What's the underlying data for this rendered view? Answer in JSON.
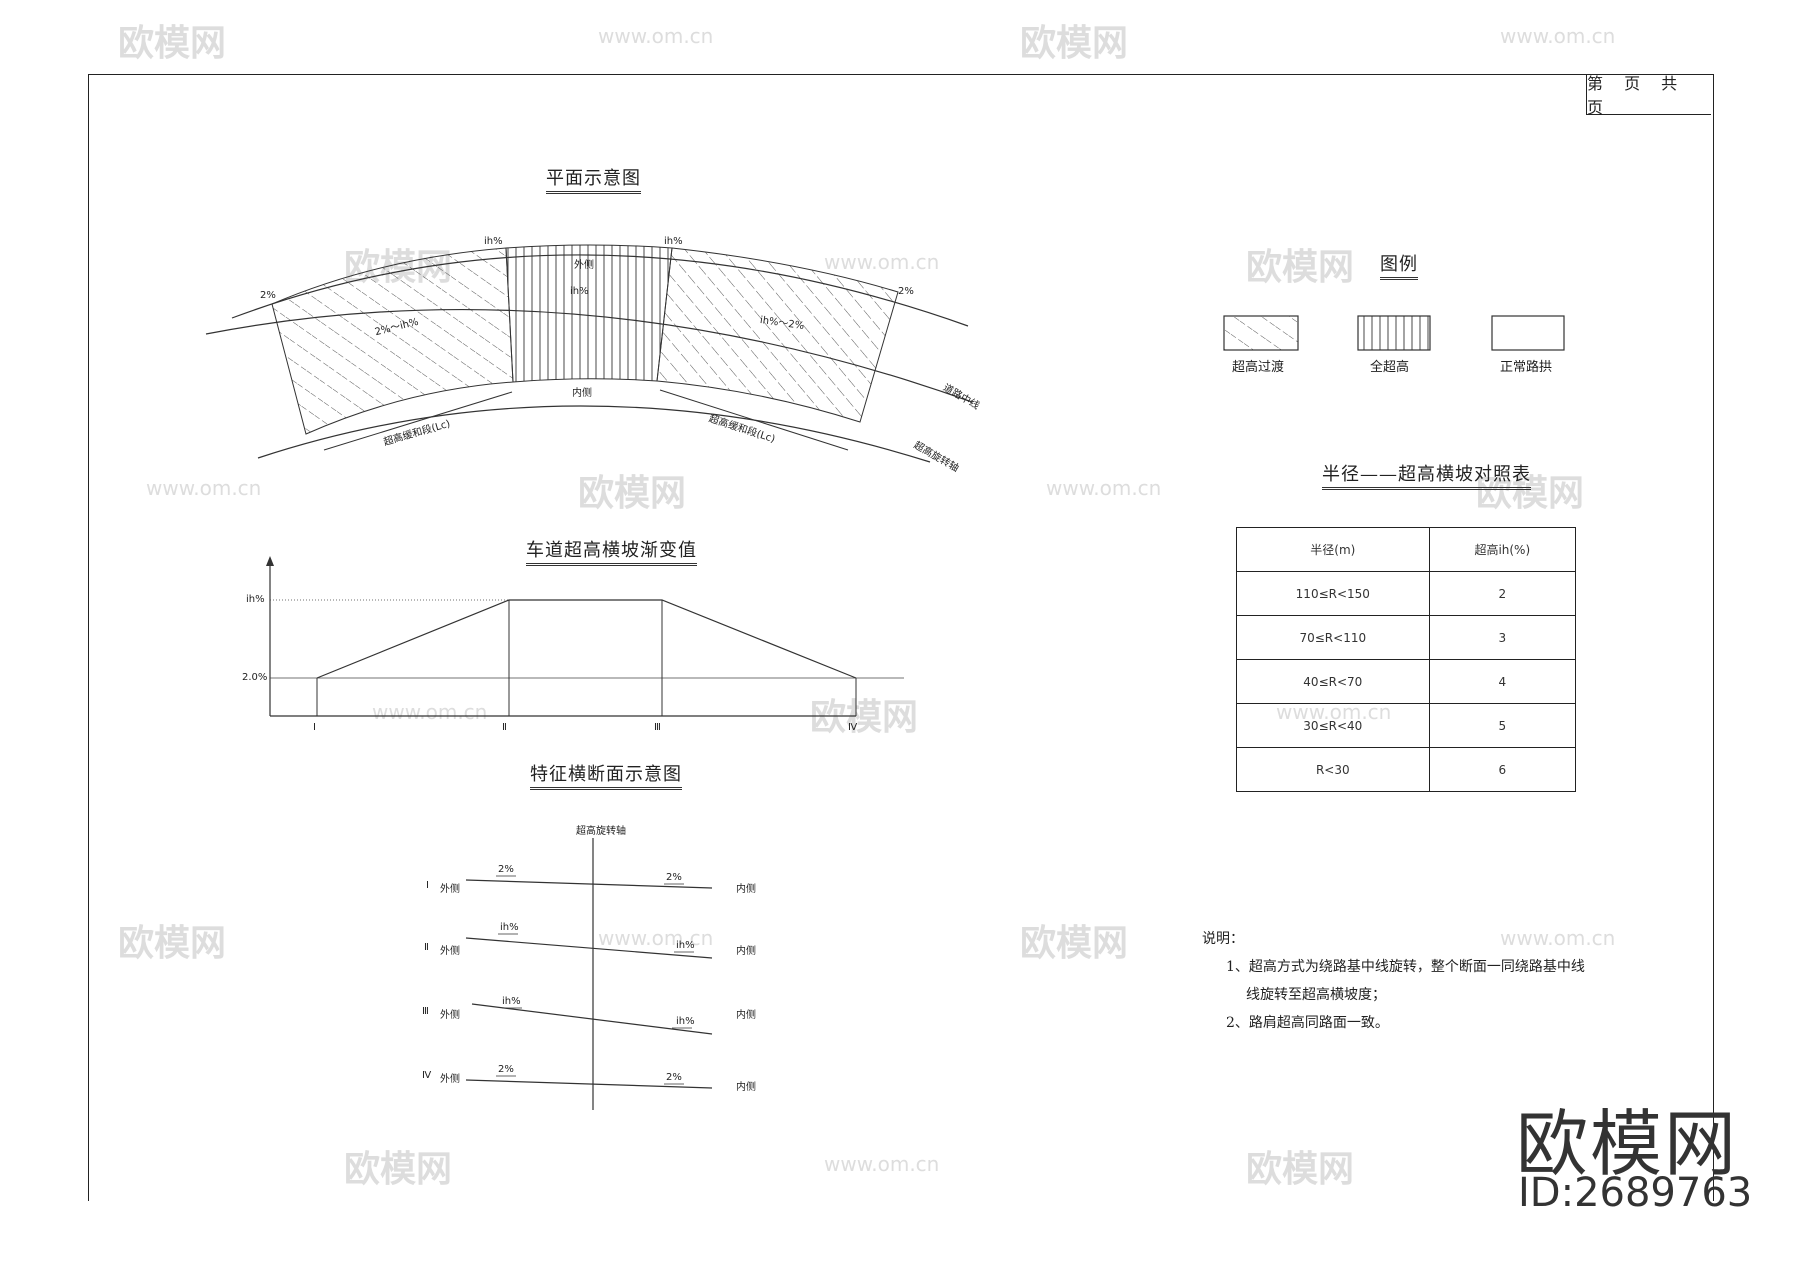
{
  "page_box": {
    "label": "第 页 共 页"
  },
  "plan": {
    "title": "平面示意图",
    "labels": {
      "left_2pct": "2%",
      "right_2pct": "2%",
      "ih_top_left": "ih%",
      "ih_top_right": "ih%",
      "outer_side": "外侧",
      "inner_side": "内侧",
      "center_ih": "ih%",
      "left_transition": "2%～ih%",
      "right_transition": "ih%～2%",
      "left_lc": "超高缓和段(Lc)",
      "right_lc": "超高缓和段(Lc)",
      "road_centerline": "道路中线",
      "rotation_axis": "超高旋转轴"
    }
  },
  "gradient": {
    "title": "车道超高横坡渐变值",
    "y_labels": {
      "ih": "ih%",
      "two": "2.0%"
    },
    "x_labels": [
      "Ⅰ",
      "Ⅱ",
      "Ⅲ",
      "Ⅳ"
    ]
  },
  "section": {
    "title": "特征横断面示意图",
    "axis_label": "超高旋转轴",
    "rows": [
      {
        "roman": "Ⅰ",
        "outer": "外侧",
        "left": "2%",
        "right": "2%",
        "inner": "内侧"
      },
      {
        "roman": "Ⅱ",
        "outer": "外侧",
        "left": "ih%",
        "right": "ih%",
        "inner": "内侧"
      },
      {
        "roman": "Ⅲ",
        "outer": "外侧",
        "left": "ih%",
        "right": "ih%",
        "inner": "内侧"
      },
      {
        "roman": "Ⅳ",
        "outer": "外侧",
        "left": "2%",
        "right": "2%",
        "inner": "内侧"
      }
    ]
  },
  "legend": {
    "title": "图例",
    "items": [
      "超高过渡",
      "全超高",
      "正常路拱"
    ]
  },
  "table": {
    "title": "半径——超高横坡对照表",
    "headers": [
      "半径(m)",
      "超高ih(%)"
    ],
    "rows": [
      [
        "110≤R<150",
        "2"
      ],
      [
        "70≤R<110",
        "3"
      ],
      [
        "40≤R<70",
        "4"
      ],
      [
        "30≤R<40",
        "5"
      ],
      [
        "R<30",
        "6"
      ]
    ]
  },
  "notes": {
    "heading": "说明：",
    "line1": "1、超高方式为绕路基中线旋转，整个断面一同绕路基中线",
    "line2": "线旋转至超高横坡度；",
    "line3": "2、路肩超高同路面一致。"
  },
  "watermark": {
    "brand": "欧模网",
    "url": "www.om.cn",
    "id": "ID:2689763"
  }
}
